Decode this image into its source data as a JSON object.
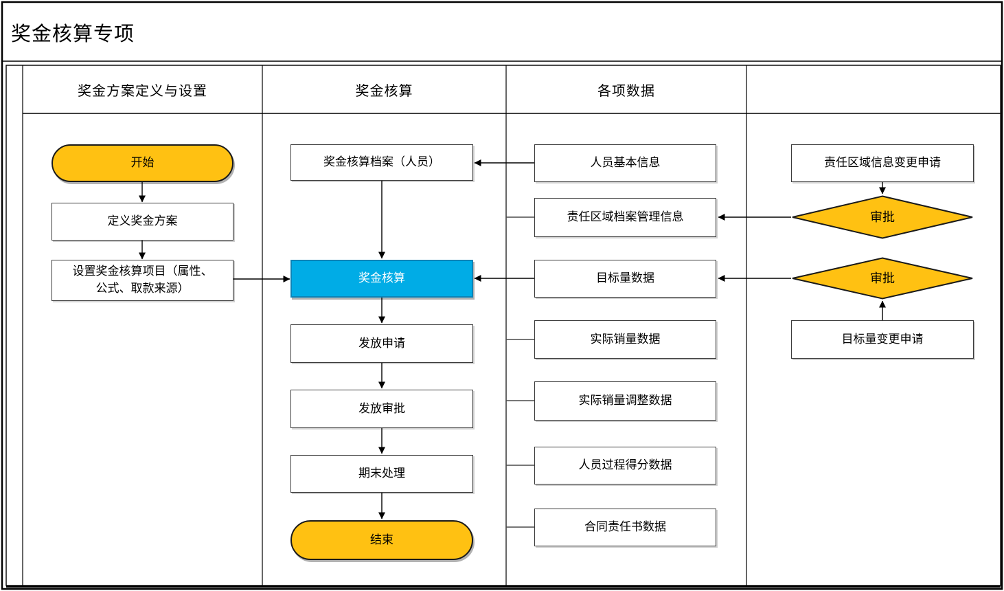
{
  "page_title": "奖金核算专项",
  "swimlanes": [
    {
      "id": "plan",
      "header": "奖金方案定义与设置"
    },
    {
      "id": "calc",
      "header": "奖金核算"
    },
    {
      "id": "data",
      "header": "各项数据"
    },
    {
      "id": "approval",
      "header": ""
    }
  ],
  "nodes": {
    "start": "开始",
    "define_plan": "定义奖金方案",
    "setup_items": "设置奖金核算项目（属性、公式、取款来源）",
    "calc_archive": "奖金核算档案（人员）",
    "bonus_calc": "奖金核算",
    "payment_request": "发放申请",
    "payment_approval": "发放审批",
    "period_end": "期末处理",
    "end": "结束",
    "personnel_info": "人员基本信息",
    "area_archive_info": "责任区域档案管理信息",
    "target_data": "目标量数据",
    "actual_sales_data": "实际销量数据",
    "sales_adjustment_data": "实际销量调整数据",
    "process_score_data": "人员过程得分数据",
    "contract_data": "合同责任书数据",
    "area_change_request": "责任区域信息变更申请",
    "approval_1": "审批",
    "approval_2": "审批",
    "target_change_request": "目标量变更申请"
  },
  "colors": {
    "terminator_fill": "#FFC112",
    "decision_fill": "#FFC112",
    "highlight_process_fill": "#00ACE6",
    "highlight_process_border": "#0A84B8",
    "process_fill": "#FFFFFF",
    "line": "#000000"
  }
}
